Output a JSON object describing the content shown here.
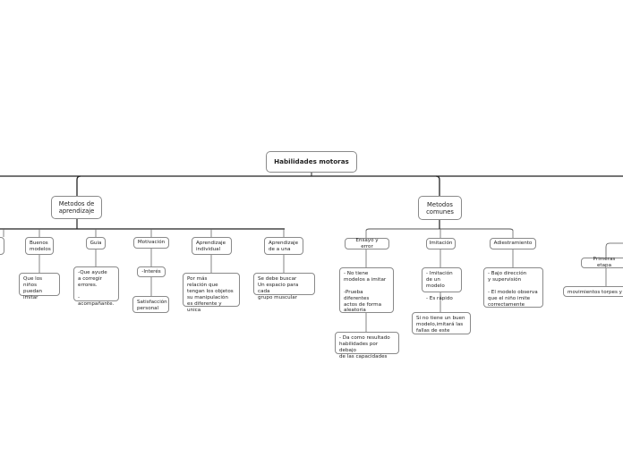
{
  "nodes": {
    "root": "Habilidades motoras",
    "metodos_aprendizaje": "Metodos de\n aprendizaje",
    "metodos_comunes": "Metodos\ncomunes",
    "buenos_modelos": "Buenos\nmodelos",
    "guia": "Guia",
    "motivacion": "Motivación",
    "aprendizaje_individual": "Aprendizaje\nindividual",
    "aprendizaje_de_a_una": "Aprendizaje\nde a una",
    "buenos_modelos_text": "Que los\nniños puedan\nimitar",
    "guia_text": "-Que ayude\na corregir\nerrores.\n\n-acompañante.",
    "interes": "-Interés",
    "satisfaccion": "Satisfacción\npersonal",
    "individual_text": "Por más\nrelación que\ntengan los objetos\nsu manipulación\nes diferente y unica",
    "de_a_una_text": "Se debe buscar\nUn espacio para cada\ngrupo muscular",
    "ensayo_error": "Ensayo y error",
    "imitacion": "Imitación",
    "adiestramiento": "Adiestramiento",
    "ensayo_text": "- No tiene\nmodelos a imitar\n\n-Prueba diferentes\nactos de forma\naleatoria",
    "ensayo_result": "- Da como resultado\nhabilidades por debajo\nde las capacidades",
    "imitacion_text": "- Imitación\nde un modelo\n\n- Es rápido",
    "imitacion_result": "Si no tiene un buen\nmodelo,imitará las\nfallas de este",
    "adiestramiento_text": "- Bajo dirección\ny supervisión\n\n- El modelo observa\nque el niño imite\ncorrectamente",
    "primeras_etapas": "Primeras etapa",
    "movimientos": "movimientos torpes y"
  }
}
